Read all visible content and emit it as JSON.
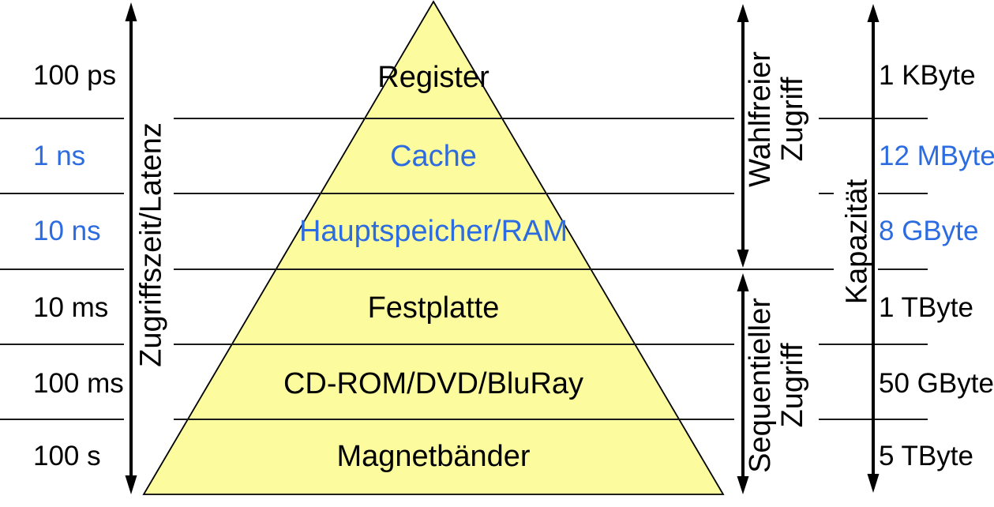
{
  "diagram_type": "memory-hierarchy-pyramid",
  "levels": [
    {
      "name": "Register",
      "latency": "100 ps",
      "capacity": "1 KByte",
      "text_color": "#000000"
    },
    {
      "name": "Cache",
      "latency": "1 ns",
      "capacity": "12 MByte",
      "text_color": "#2C6CE0"
    },
    {
      "name": "Hauptspeicher/RAM",
      "latency": "10 ns",
      "capacity": "8 GByte",
      "text_color": "#2C6CE0"
    },
    {
      "name": "Festplatte",
      "latency": "10 ms",
      "capacity": "1 TByte",
      "text_color": "#000000"
    },
    {
      "name": "CD-ROM/DVD/BluRay",
      "latency": "100 ms",
      "capacity": "50 GByte",
      "text_color": "#000000"
    },
    {
      "name": "Magnetbänder",
      "latency": "100 s",
      "capacity": "5 TByte",
      "text_color": "#000000"
    }
  ],
  "axes": {
    "latency_label": "Zugriffszeit/Latenz",
    "capacity_label": "Kapazität",
    "random_access": {
      "line1": "Wahlfreier",
      "line2": "Zugriff"
    },
    "sequential_access": {
      "line1": "Sequentieller",
      "line2": "Zugriff"
    }
  },
  "colors": {
    "pyramid_fill": "#FCFC9E",
    "pyramid_outline": "#000000",
    "separator_line": "#1A1A1A",
    "arrow": "#000000",
    "highlight_text": "#2C6CE0",
    "default_text": "#000000"
  }
}
